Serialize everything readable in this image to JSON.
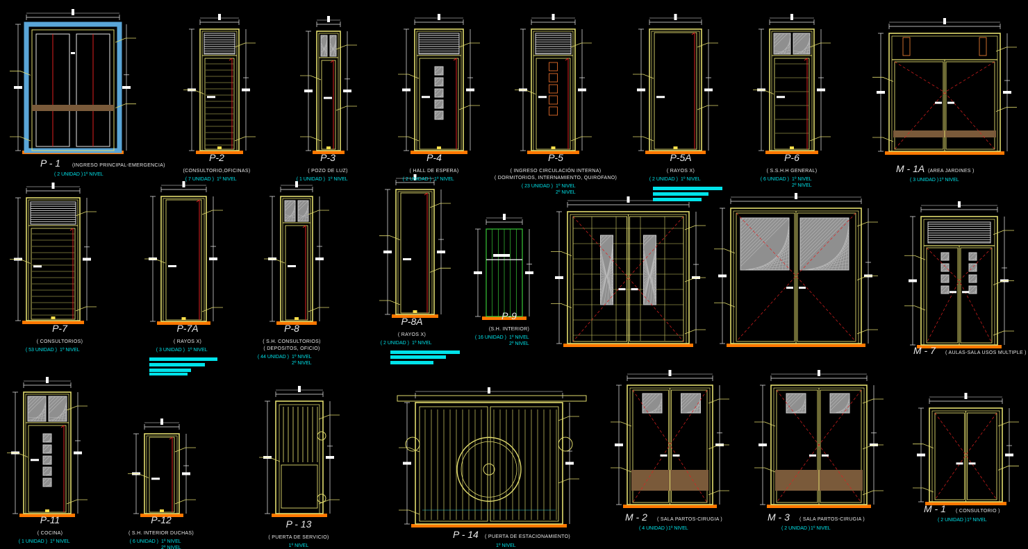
{
  "sheet": {
    "background": "#000000",
    "colors": {
      "frame": "#e2dc6e",
      "inner": "#d8d36a",
      "dim": "#f2f2f2",
      "cut": "#e02020",
      "floor": "#ff7800",
      "glass": "#8f8f8f",
      "blue": "#5aa6d8",
      "cyan": "#00e3ea",
      "wood": "#7a5a3a",
      "green": "#37c837"
    }
  },
  "elements": [
    {
      "id": "P-1",
      "title": "P - 1",
      "desc": "(INGRESO PRINCIPAL-EMERGENCIA)",
      "units": "( 2 UNIDAD )",
      "level": "1º NIVEL"
    },
    {
      "id": "P-2",
      "title": "P-2",
      "desc": "(CONSULTORIO,OFICINAS)",
      "units": "( 7 UNIDAD )",
      "level": "1º NIVEL"
    },
    {
      "id": "P-3",
      "title": "P-3",
      "desc": "( POZO DE LUZ)",
      "units": "( 1 UNIDAD )",
      "level": "1º NIVEL"
    },
    {
      "id": "P-4",
      "title": "P-4",
      "desc": "( HALL DE ESPERA)",
      "units": "( 2 UNIDAD )",
      "level": "1º NIVEL"
    },
    {
      "id": "P-5",
      "title": "P-5",
      "desc": "( INGRESO CIRCULACIÓN INTERNA)",
      "desc2": "( DORMITORIOS, INTERNAMIENTO, QUIROFANO)",
      "units": "( 23 UNIDAD )",
      "level": "1º NIVEL",
      "level2": "2º NIVEL"
    },
    {
      "id": "P-5A",
      "title": "P-5A",
      "desc": "( RAYOS X)",
      "units": "( 2 UNIDAD )",
      "level": "1º NIVEL"
    },
    {
      "id": "P-6",
      "title": "P-6",
      "desc": "( S.S.H.H GENERAL)",
      "units": "( 6 UNIDAD )",
      "level": "1º NIVEL",
      "level2": "2º NIVEL"
    },
    {
      "id": "M-1A",
      "title": "M - 1A",
      "desc": "(AREA JARDINES )",
      "units": "( 3 UNIDAD )",
      "level": "1º NIVEL"
    },
    {
      "id": "P-7",
      "title": "P-7",
      "desc": "( CONSULTORIOS)",
      "units": "( 53 UNIDAD )",
      "level": "1º NIVEL"
    },
    {
      "id": "P-7A",
      "title": "P-7A",
      "desc": "( RAYOS X)",
      "units": "( 3 UNIDAD )",
      "level": "1º NIVEL"
    },
    {
      "id": "P-8",
      "title": "P-8",
      "desc": "( S.H. CONSULTORIOS)",
      "desc2": "( DEPOSITOS, OFICIO)",
      "units": "( 44 UNIDAD )",
      "level": "1º NIVEL",
      "level2": "2º NIVEL"
    },
    {
      "id": "P-8A",
      "title": "P-8A",
      "desc": "( RAYOS X)",
      "units": "( 2 UNIDAD )",
      "level": "1º NIVEL"
    },
    {
      "id": "P-9",
      "title": "P-9",
      "desc": "(S.H. INTERIOR)",
      "units": "( 16 UNIDAD )",
      "level": "1º NIVEL",
      "level2": "2º NIVEL"
    },
    {
      "id": "M-7",
      "title": "M - 7",
      "desc": "( AULAS-SALA USOS MULTIPLE )"
    },
    {
      "id": "P-11",
      "title": "P-11",
      "desc": "( COCINA)",
      "units": "( 1 UNIDAD )",
      "level": "1º NIVEL"
    },
    {
      "id": "P-12",
      "title": "P-12",
      "desc": "( S.H. INTERIOR DUCHAS)",
      "units": "( 6 UNIDAD )",
      "level": "1º NIVEL",
      "level2": "2º NIVEL"
    },
    {
      "id": "P-13",
      "title": "P - 13",
      "desc": "( PUERTA DE SERVICIO)",
      "level": "1º NIVEL"
    },
    {
      "id": "P-14",
      "title": "P - 14",
      "desc": "( PUERTA DE ESTACIONAMIENTO)",
      "level": "1º NIVEL"
    },
    {
      "id": "M-2",
      "title": "M - 2",
      "desc": "( SALA PARTOS-CIRUGIA )",
      "units": "( 4 UNIDAD )",
      "level": "1º NIVEL"
    },
    {
      "id": "M-3",
      "title": "M - 3",
      "desc": "( SALA PARTOS-CIRUGIA )",
      "units": "( 2 UNIDAD )",
      "level": "1º NIVEL"
    },
    {
      "id": "M-1",
      "title": "M - 1",
      "desc": "( CONSULTORIO )",
      "units": "( 2 UNIDAD )",
      "level": "1º NIVEL"
    }
  ]
}
